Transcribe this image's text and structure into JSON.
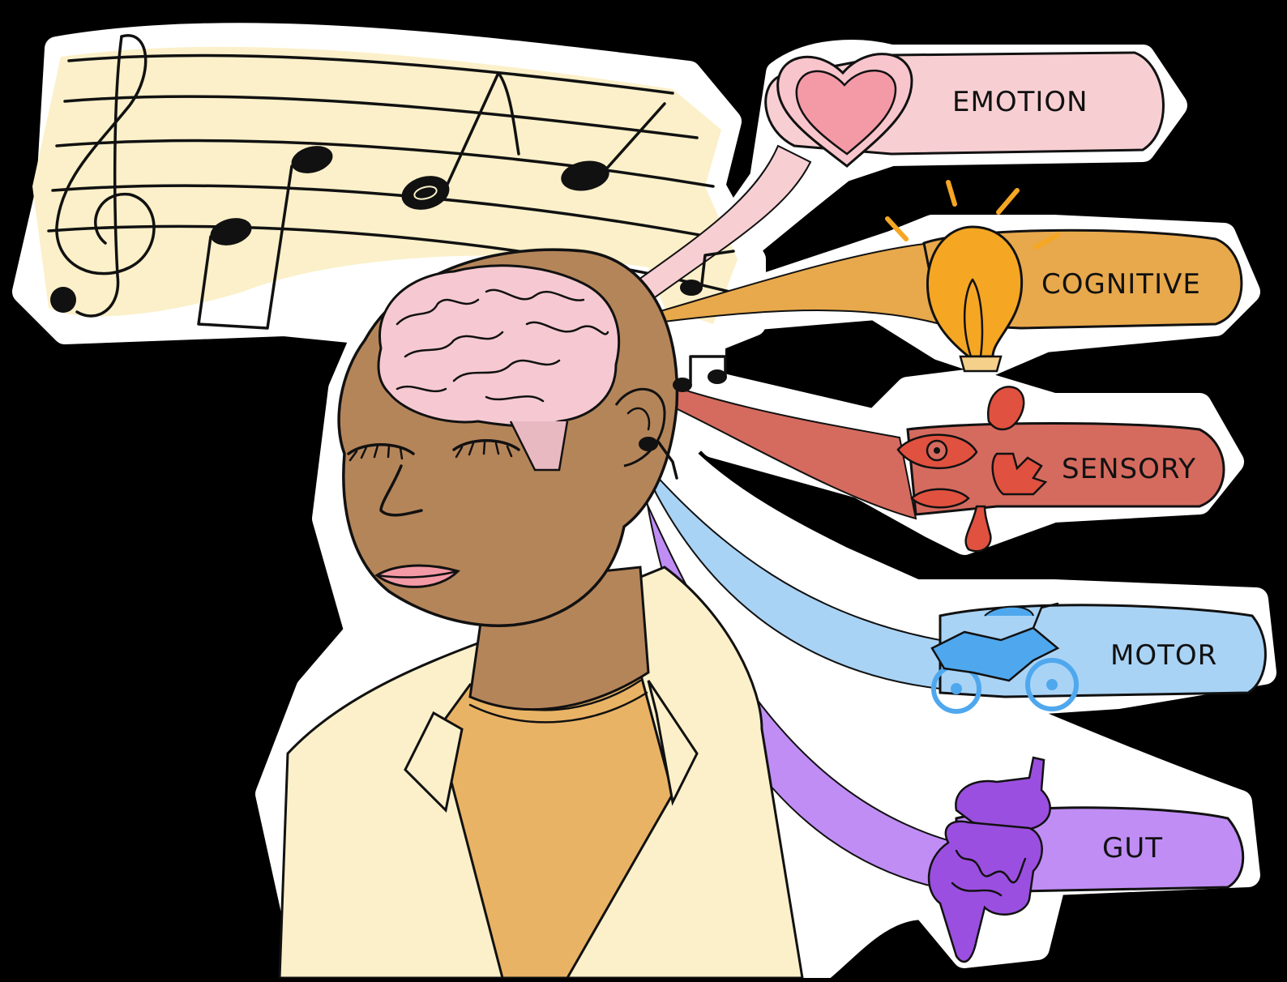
{
  "labels": {
    "emotion": "EMOTION",
    "cognitive": "COGNITIVE",
    "sensory": "SENSORY",
    "motor": "MOTOR",
    "gut": "GUT"
  },
  "colors": {
    "background": "#000000",
    "paper": "#fbf0c9",
    "emotion": "#f7cfd3",
    "heart": "#f49aa6",
    "cognitive": "#e8a94c",
    "bulb": "#f5a623",
    "sensory": "#d56b5f",
    "sensory_icons": "#e0513f",
    "motor": "#a9d3f5",
    "motorcycle": "#4fa8ee",
    "gut": "#c08df5",
    "intestines": "#9b4fe0",
    "skin": "#b5855a",
    "brain": "#f6c9d2",
    "shirt": "#fbf0c9",
    "sweater": "#e9b365"
  },
  "icons": [
    "treble-clef-icon",
    "music-note-icon",
    "heart-icon",
    "lightbulb-icon",
    "eye-icon",
    "ear-icon",
    "hand-icon",
    "lips-icon",
    "nose-icon",
    "motorcycle-icon",
    "intestines-icon",
    "brain-icon"
  ]
}
